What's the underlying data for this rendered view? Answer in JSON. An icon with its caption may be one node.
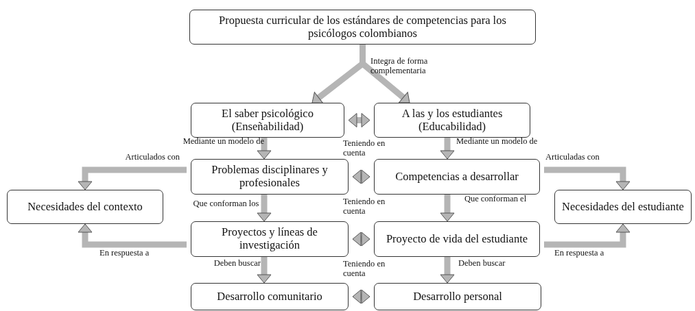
{
  "diagram": {
    "nodes": [
      {
        "text": [
          "Propuesta curricular de los estándares de competencias para los psicólogos colombianos"
        ]
      },
      {
        "text": [
          "El saber psicológico (Enseñabilidad)"
        ]
      },
      {
        "text": [
          "A las y los estudiantes (Educabilidad)"
        ]
      },
      {
        "text": [
          "Problemas disciplinares y profesionales"
        ]
      },
      {
        "text": [
          "Competencias a desarrollar"
        ]
      },
      {
        "text": [
          "Necesidades del contexto"
        ]
      },
      {
        "text": [
          "Necesidades del estudiante"
        ]
      },
      {
        "text": [
          "Proyectos y líneas de investigación"
        ]
      },
      {
        "text": [
          "Proyecto de vida del estudiante"
        ]
      },
      {
        "text": [
          "Desarrollo comunitario"
        ]
      },
      {
        "text": [
          "Desarrollo personal"
        ]
      }
    ],
    "edges": [
      {
        "from": 0,
        "to": 1,
        "arrow": "to",
        "label": "Integra de forma complementaria"
      },
      {
        "from": 0,
        "to": 2,
        "arrow": "to"
      },
      {
        "from": 1,
        "to": 2,
        "arrow": "both"
      },
      {
        "from": 1,
        "to": 3,
        "arrow": "to",
        "label": "Mediante un modelo de"
      },
      {
        "from": 2,
        "to": 4,
        "arrow": "to",
        "label": "Mediante un modelo de"
      },
      {
        "from": 3,
        "to": 5,
        "arrow": "to",
        "label": "Articulados con"
      },
      {
        "from": 3,
        "to": 4,
        "arrow": "both"
      },
      {
        "from": 4,
        "to": 6,
        "arrow": "to",
        "label": "Articuladas con"
      },
      {
        "from": 3,
        "to": 7,
        "arrow": "to",
        "label": "Que conforman los"
      },
      {
        "from": 4,
        "to": 8,
        "arrow": "to",
        "label": "Que conforman el"
      },
      {
        "from": 7,
        "to": 5,
        "arrow": "to",
        "label": "En respuesta a"
      },
      {
        "from": 7,
        "to": 8,
        "arrow": "both"
      },
      {
        "from": 8,
        "to": 6,
        "arrow": "to",
        "label": "En respuesta a"
      },
      {
        "from": 7,
        "to": 9,
        "arrow": "to",
        "label": "Deben buscar"
      },
      {
        "from": 8,
        "to": 10,
        "arrow": "to",
        "label": "Deben buscar"
      },
      {
        "from": 9,
        "to": 10,
        "arrow": "both"
      }
    ],
    "labels": [
      "Teniendo en cuenta",
      "Teniendo en cuenta",
      "Teniendo en cuenta"
    ]
  }
}
